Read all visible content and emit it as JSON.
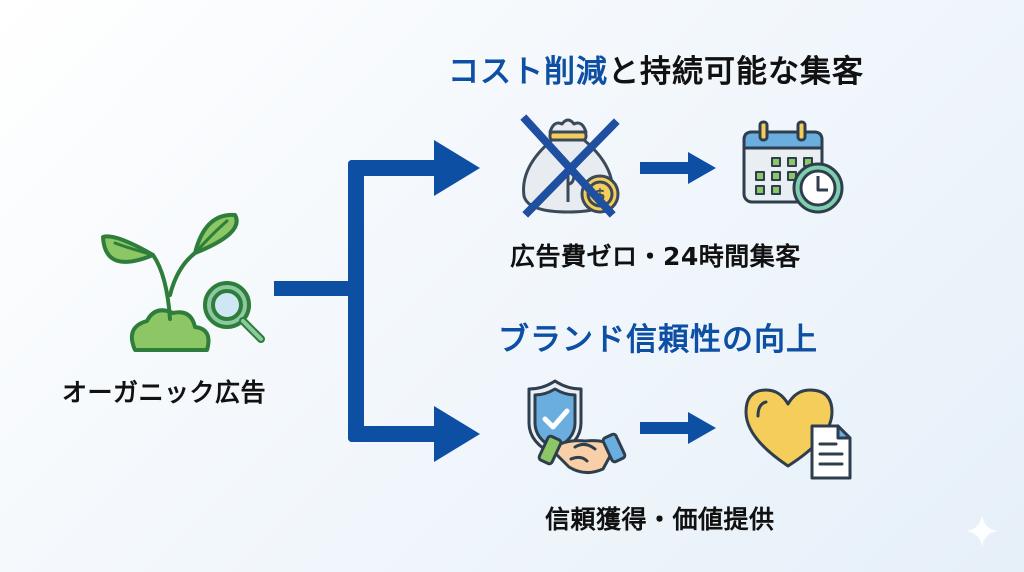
{
  "source": {
    "label": "オーガニック広告",
    "icon": "sprout-with-magnifier-icon"
  },
  "branches": [
    {
      "heading_highlight": "コスト削減",
      "heading_rest": "と持続可能な集客",
      "caption": "広告費ゼロ・24時間集客",
      "from_icon": "crossed-out-money-bag-icon",
      "to_icon": "calendar-clock-icon"
    },
    {
      "heading_highlight": "ブランド信頼性の向上",
      "heading_rest": "",
      "caption": "信頼獲得・価値提供",
      "from_icon": "shield-handshake-icon",
      "to_icon": "heart-document-icon"
    }
  ],
  "colors": {
    "accent_blue": "#0d4fa3",
    "plant_green": "#8cc665",
    "plant_outline": "#2e7d3a",
    "gold": "#f5cd5a",
    "sky_blue": "#6aaee0"
  },
  "watermark": "sparkle-icon"
}
